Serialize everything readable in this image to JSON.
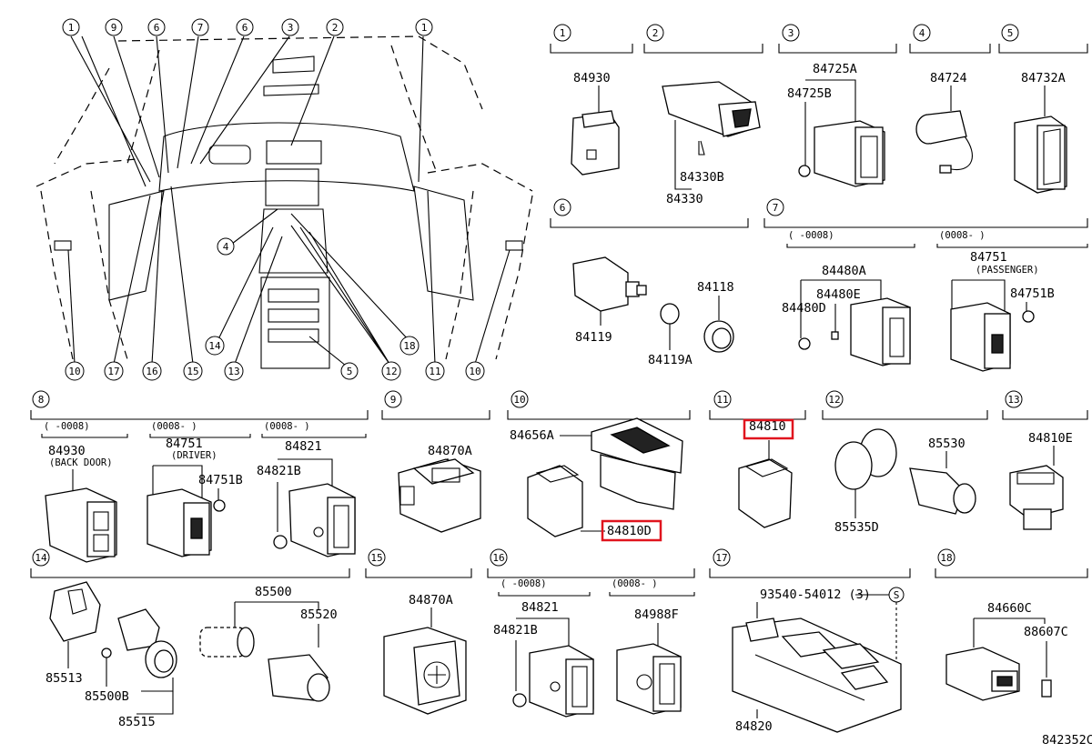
{
  "diagram_code": "842352C",
  "overview_callouts": [
    "1",
    "9",
    "6",
    "7",
    "6",
    "3",
    "2",
    "1",
    "4",
    "14",
    "13",
    "5",
    "12",
    "18",
    "10",
    "17",
    "16",
    "15",
    "11",
    "10"
  ],
  "sections": [
    {
      "num": "1",
      "parts": [
        "84930"
      ]
    },
    {
      "num": "2",
      "parts": [
        "84330B",
        "84330"
      ]
    },
    {
      "num": "3",
      "parts": [
        "84725A",
        "84725B"
      ]
    },
    {
      "num": "4",
      "parts": [
        "84724"
      ]
    },
    {
      "num": "5",
      "parts": [
        "84732A"
      ]
    },
    {
      "num": "6",
      "parts": [
        "84119",
        "84118",
        "84119A"
      ]
    },
    {
      "num": "7",
      "ranges": [
        "(    -0008)",
        "(0008-    )"
      ],
      "parts": [
        "84480A",
        "84480E",
        "84480D",
        "84751",
        "84751B"
      ],
      "notes": [
        "(PASSENGER)"
      ]
    },
    {
      "num": "8",
      "ranges": [
        "(    -0008)",
        "(0008-    )",
        "(0008-    )"
      ],
      "parts": [
        "84930",
        "84751",
        "84751B",
        "84821",
        "84821B"
      ],
      "notes": [
        "(BACK DOOR)",
        "(DRIVER)"
      ]
    },
    {
      "num": "9",
      "parts": [
        "84870A"
      ]
    },
    {
      "num": "10",
      "parts": [
        "84656A",
        "84810D"
      ]
    },
    {
      "num": "11",
      "parts": [
        "84810"
      ]
    },
    {
      "num": "12",
      "parts": [
        "85530",
        "85535D"
      ]
    },
    {
      "num": "13",
      "parts": [
        "84810E"
      ]
    },
    {
      "num": "14",
      "parts": [
        "85500",
        "85520",
        "85513",
        "85500B",
        "85515"
      ]
    },
    {
      "num": "15",
      "parts": [
        "84870A"
      ]
    },
    {
      "num": "16",
      "ranges": [
        "(    -0008)",
        "(0008-    )"
      ],
      "parts": [
        "84821",
        "84821B",
        "84988F"
      ]
    },
    {
      "num": "17",
      "parts": [
        "93540-54012 (3)",
        "84820"
      ],
      "notes": [
        "S"
      ]
    },
    {
      "num": "18",
      "parts": [
        "84660C",
        "88607C"
      ]
    }
  ],
  "highlighted_parts": [
    "84810",
    "84810D"
  ],
  "colors": {
    "ink": "#000000",
    "highlight": "#e0141e",
    "background": "#ffffff"
  }
}
